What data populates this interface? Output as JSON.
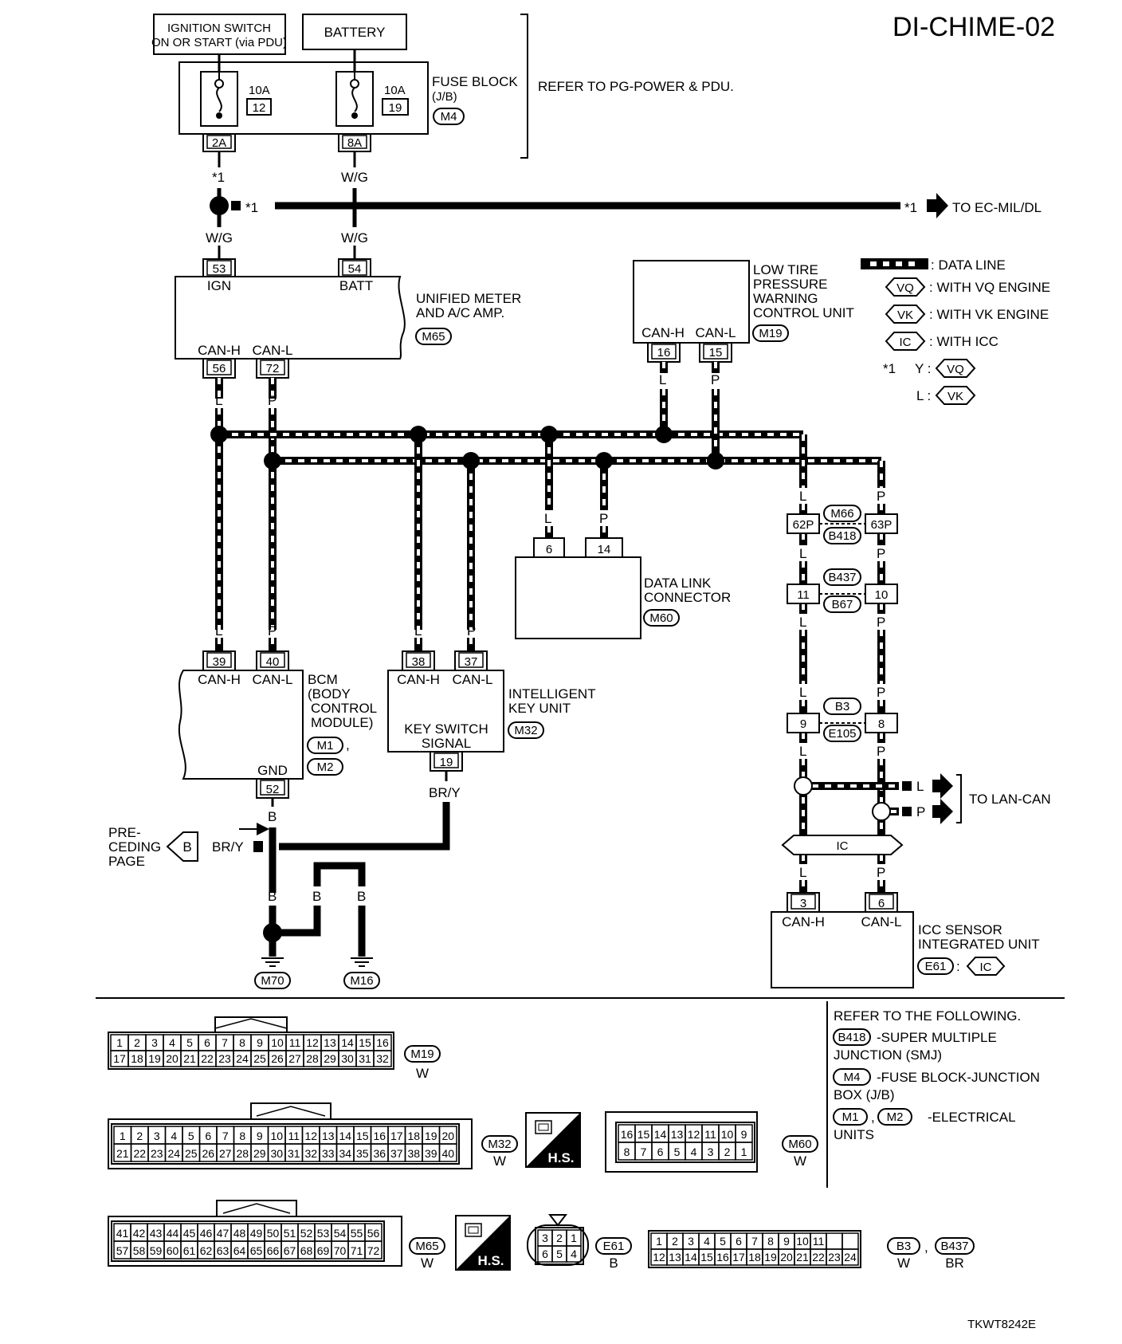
{
  "title": "DI-CHIME-02",
  "footer_code": "TKWT8242E",
  "power": {
    "ignition": [
      "IGNITION SWITCH",
      "ON OR START (via PDU)"
    ],
    "battery": "BATTERY",
    "fuse1_amp": "10A",
    "fuse1_no": "12",
    "fuse1_term": "2A",
    "fuse2_amp": "10A",
    "fuse2_no": "19",
    "fuse2_term": "8A",
    "fuse_block": [
      "FUSE BLOCK",
      "(J/B)"
    ],
    "fuse_block_conn": "M4",
    "refer_pg": "REFER TO PG-POWER & PDU.",
    "star1": "*1",
    "wg": "W/G",
    "to_ec": "TO EC-MIL/DL"
  },
  "meter": {
    "name": [
      "UNIFIED METER",
      "AND A/C AMP."
    ],
    "conn": "M65",
    "ign_pin": "53",
    "ign_label": "IGN",
    "batt_pin": "54",
    "batt_label": "BATT",
    "canh": "CAN-H",
    "canl": "CAN-L",
    "canh_pin": "56",
    "canl_pin": "72"
  },
  "tire": {
    "name": [
      "LOW TIRE",
      "PRESSURE",
      "WARNING",
      "CONTROL UNIT"
    ],
    "conn": "M19",
    "canh": "CAN-H",
    "canl": "CAN-L",
    "canh_pin": "16",
    "canl_pin": "15"
  },
  "legend": {
    "data_line": ": DATA LINE",
    "vq": "VQ",
    "vq_text": ": WITH VQ ENGINE",
    "vk": "VK",
    "vk_text": ": WITH VK ENGINE",
    "ic": "IC",
    "ic_text": ": WITH ICC",
    "star": "*1",
    "y": "Y :",
    "l": "L :"
  },
  "wires": {
    "L": "L",
    "P": "P",
    "B": "B",
    "BRY": "BR/Y"
  },
  "dlc": {
    "name": [
      "DATA LINK",
      "CONNECTOR"
    ],
    "conn": "M60",
    "pin1": "6",
    "pin2": "14"
  },
  "bcm": {
    "name": [
      "BCM",
      "(BODY",
      "CONTROL",
      "MODULE)"
    ],
    "conn1": "M1",
    "conn2": "M2",
    "comma": ",",
    "canh": "CAN-H",
    "canl": "CAN-L",
    "canh_pin": "39",
    "canl_pin": "40",
    "gnd": "GND",
    "gnd_pin": "52"
  },
  "ikey": {
    "name": [
      "INTELLIGENT",
      "KEY UNIT"
    ],
    "conn": "M32",
    "canh": "CAN-H",
    "canl": "CAN-L",
    "canh_pin": "38",
    "canl_pin": "37",
    "ks": [
      "KEY SWITCH",
      "SIGNAL"
    ],
    "ks_pin": "19"
  },
  "junctions": {
    "j1_l": "62P",
    "j1_r": "63P",
    "j1_c1": "M66",
    "j1_c2": "B418",
    "j2_l": "11",
    "j2_r": "10",
    "j2_c1": "B437",
    "j2_c2": "B67",
    "j3_l": "9",
    "j3_r": "8",
    "j3_c1": "B3",
    "j3_c2": "E105"
  },
  "lancan": {
    "to": "TO LAN-CAN",
    "ic": "IC"
  },
  "icc": {
    "name": [
      "ICC SENSOR",
      "INTEGRATED UNIT"
    ],
    "conn": "E61",
    "colon": ":",
    "ic": "IC",
    "canh": "CAN-H",
    "canl": "CAN-L",
    "canh_pin": "3",
    "canl_pin": "6"
  },
  "ground": {
    "preceding": [
      "PRE-",
      "CEDING",
      "PAGE"
    ],
    "b_flag": "B",
    "g1": "M70",
    "g2": "M16"
  },
  "refer": {
    "heading": "REFER TO THE FOLLOWING.",
    "b418": "B418",
    "b418_text": [
      "-SUPER MULTIPLE",
      "JUNCTION (SMJ)"
    ],
    "m4": "M4",
    "m4_text": [
      "-FUSE BLOCK-JUNCTION",
      "BOX (J/B)"
    ],
    "m1": "M1",
    "m2": "M2",
    "m_text": [
      "-ELECTRICAL",
      "UNITS"
    ],
    "comma": ","
  },
  "connectors": {
    "m19": {
      "id": "M19",
      "color": "W",
      "row1": [
        "1",
        "2",
        "3",
        "4",
        "5",
        "6",
        "7",
        "8",
        "9",
        "10",
        "11",
        "12",
        "13",
        "14",
        "15",
        "16"
      ],
      "row2": [
        "17",
        "18",
        "19",
        "20",
        "21",
        "22",
        "23",
        "24",
        "25",
        "26",
        "27",
        "28",
        "29",
        "30",
        "31",
        "32"
      ]
    },
    "m32": {
      "id": "M32",
      "color": "W",
      "row1": [
        "1",
        "2",
        "3",
        "4",
        "5",
        "6",
        "7",
        "8",
        "9",
        "10",
        "11",
        "12",
        "13",
        "14",
        "15",
        "16",
        "17",
        "18",
        "19",
        "20"
      ],
      "row2": [
        "21",
        "22",
        "23",
        "24",
        "25",
        "26",
        "27",
        "28",
        "29",
        "30",
        "31",
        "32",
        "33",
        "34",
        "35",
        "36",
        "37",
        "38",
        "39",
        "40"
      ]
    },
    "m60": {
      "id": "M60",
      "color": "W",
      "row1": [
        "16",
        "15",
        "14",
        "13",
        "12",
        "11",
        "10",
        "9"
      ],
      "row2": [
        "8",
        "7",
        "6",
        "5",
        "4",
        "3",
        "2",
        "1"
      ]
    },
    "m65": {
      "id": "M65",
      "color": "W",
      "row1": [
        "41",
        "42",
        "43",
        "44",
        "45",
        "46",
        "47",
        "48",
        "49",
        "50",
        "51",
        "52",
        "53",
        "54",
        "55",
        "56"
      ],
      "row2": [
        "57",
        "58",
        "59",
        "60",
        "61",
        "62",
        "63",
        "64",
        "65",
        "66",
        "67",
        "68",
        "69",
        "70",
        "71",
        "72"
      ]
    },
    "e61": {
      "id": "E61",
      "color": "B",
      "row1": [
        "3",
        "2",
        "1"
      ],
      "row2": [
        "6",
        "5",
        "4"
      ]
    },
    "b3": {
      "id": "B3",
      "id2": "B437",
      "color": "W",
      "color2": "BR",
      "row1": [
        "1",
        "2",
        "3",
        "4",
        "5",
        "6",
        "7",
        "8",
        "9",
        "10",
        "11"
      ],
      "row2": [
        "12",
        "13",
        "14",
        "15",
        "16",
        "17",
        "18",
        "19",
        "20",
        "21",
        "22",
        "23",
        "24"
      ]
    },
    "hs": "H.S."
  }
}
